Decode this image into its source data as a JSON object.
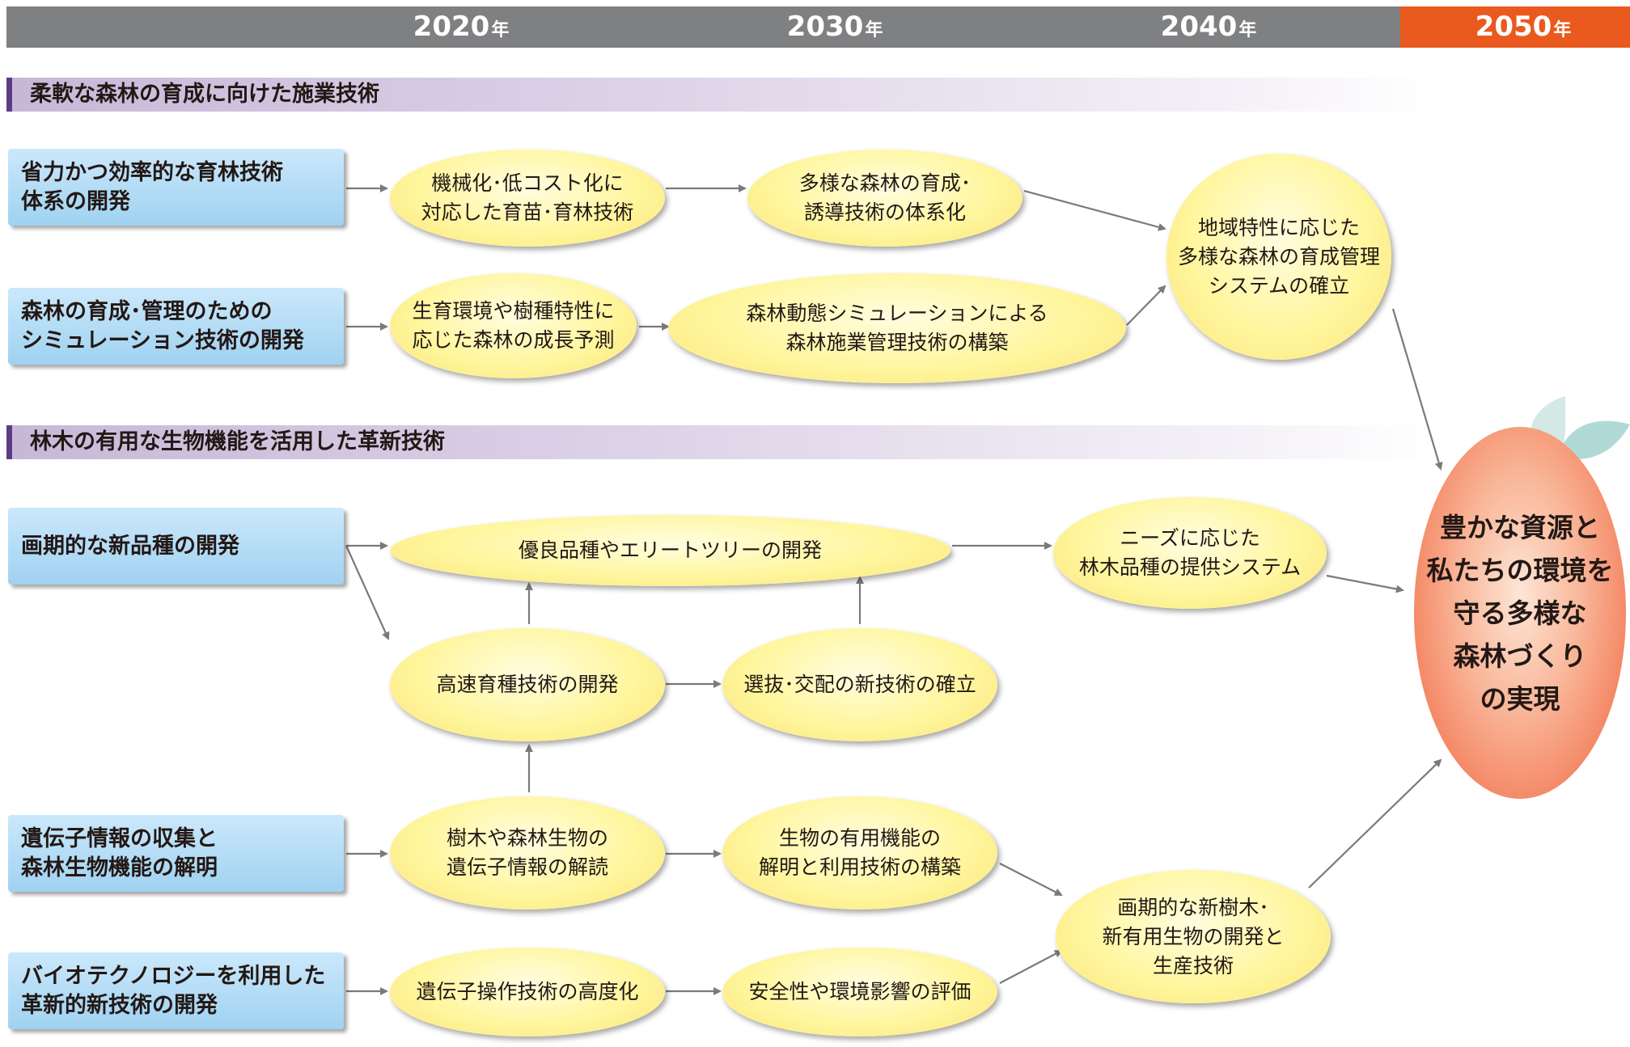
{
  "timeline": {
    "years": [
      {
        "year": "2020",
        "suffix": "年"
      },
      {
        "year": "2030",
        "suffix": "年"
      },
      {
        "year": "2040",
        "suffix": "年"
      },
      {
        "year": "2050",
        "suffix": "年"
      }
    ]
  },
  "sections": [
    {
      "title": "柔軟な森林の育成に向けた施業技術"
    },
    {
      "title": "林木の有用な生物機能を活用した革新技術"
    }
  ],
  "left_boxes": [
    {
      "text": "省力かつ効率的な育林技術\n体系の開発"
    },
    {
      "text": "森林の育成･管理のための\nシミュレーション技術の開発"
    },
    {
      "text": "画期的な新品種の開発"
    },
    {
      "text": "遺伝子情報の収集と\n森林生物機能の解明"
    },
    {
      "text": "バイオテクノロジーを利用した\n革新的新技術の開発"
    }
  ],
  "nodes": {
    "n1": "機械化･低コスト化に\n対応した育苗･育林技術",
    "n2": "多様な森林の育成･\n誘導技術の体系化",
    "n3": "地域特性に応じた\n多様な森林の育成管理\nシステムの確立",
    "n4": "生育環境や樹種特性に\n応じた森林の成長予測",
    "n5": "森林動態シミュレーションによる\n森林施業管理技術の構築",
    "n6": "優良品種やエリートツリーの開発",
    "n7": "ニーズに応じた\n林木品種の提供システム",
    "n8": "高速育種技術の開発",
    "n9": "選抜･交配の新技術の確立",
    "n10": "樹木や森林生物の\n遺伝子情報の解読",
    "n11": "生物の有用機能の\n解明と利用技術の構築",
    "n12": "画期的な新樹木･\n新有用生物の開発と\n生産技術",
    "n13": "遺伝子操作技術の高度化",
    "n14": "安全性や環境影響の評価"
  },
  "goal": {
    "text": "豊かな資源と\n私たちの環境を\n守る多様な\n森林づくり\nの実現"
  },
  "colors": {
    "timeline": "#7f8082",
    "timeline_2050": "#ea5a1e",
    "section_bar": "#5e3b86",
    "arrow": "#7a7a7a"
  }
}
